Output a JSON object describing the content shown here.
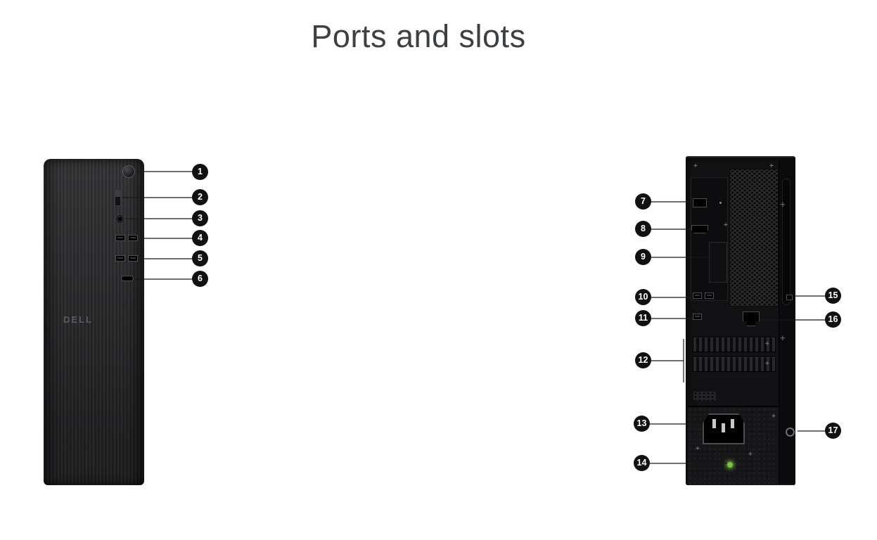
{
  "title": "Ports and slots",
  "colors": {
    "callout_background": "#111111",
    "callout_text": "#ffffff",
    "diagnostic_led_green": "#7ac142",
    "title_text": "#3c4043",
    "chassis_dark": "#232325"
  },
  "front_view": {
    "brand_logo": "DELL",
    "callouts": [
      "1",
      "2",
      "3",
      "4",
      "5",
      "6"
    ]
  },
  "back_view": {
    "callouts": [
      "7",
      "8",
      "9",
      "10",
      "11",
      "12",
      "13",
      "14",
      "15",
      "16",
      "17"
    ],
    "screw_glyph": "+"
  }
}
